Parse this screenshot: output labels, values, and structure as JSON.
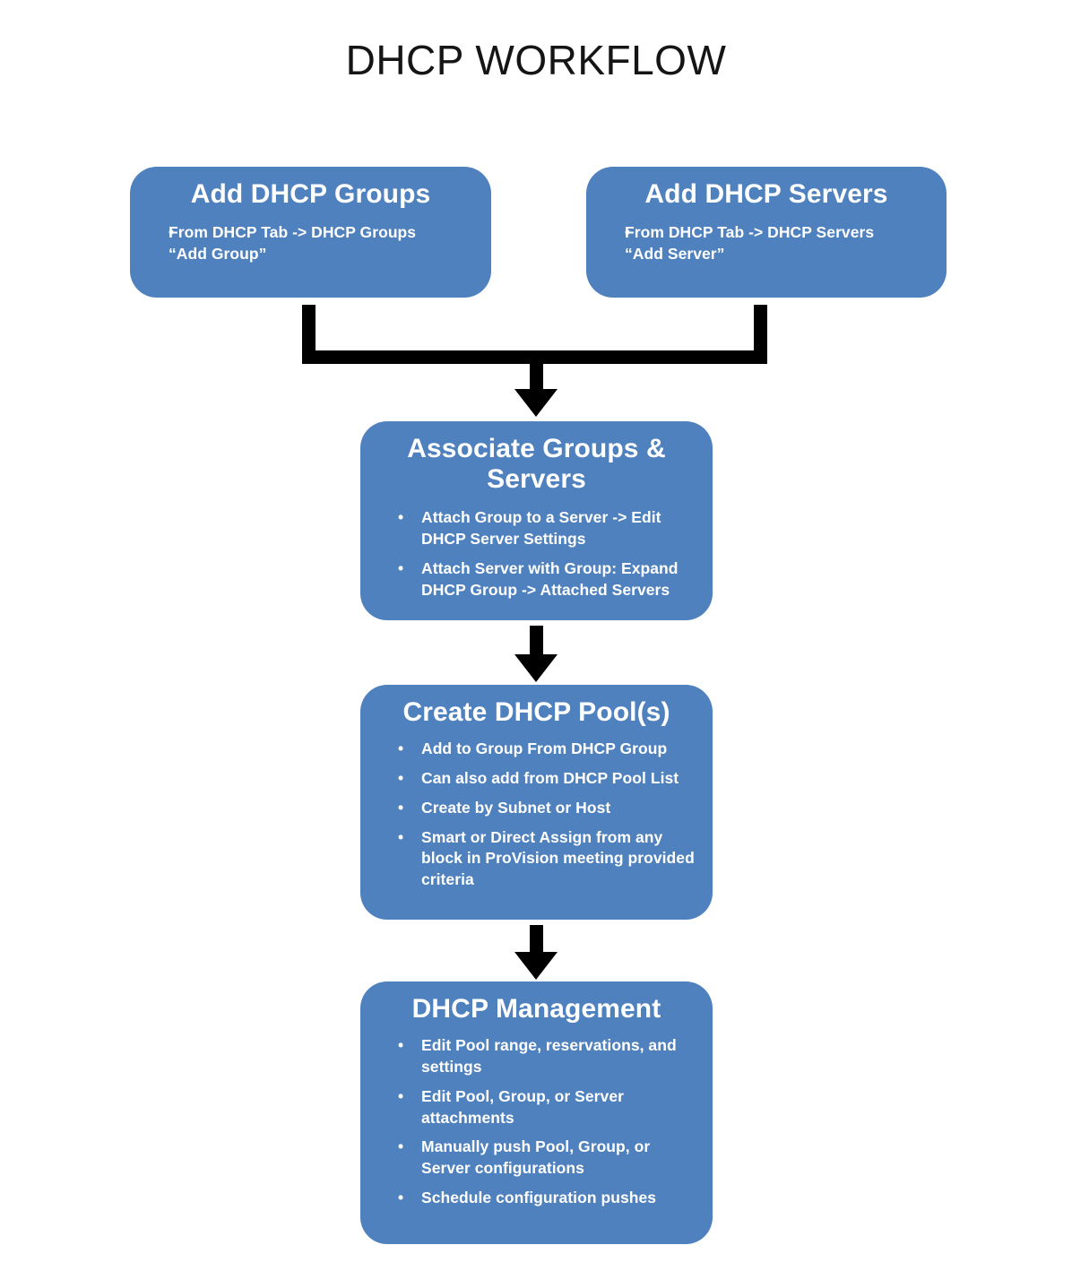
{
  "title": "DHCP WORKFLOW",
  "theme": {
    "box_fill": "#4E81BD",
    "box_text": "#FFFFFF",
    "connector": "#000000",
    "background": "#FFFFFF"
  },
  "boxes": {
    "groups": {
      "title": "Add DHCP Groups",
      "bullets": [
        "From  DHCP Tab -> DHCP Groups\n“Add Group”"
      ]
    },
    "servers": {
      "title": "Add DHCP Servers",
      "bullets": [
        "From  DHCP Tab -> DHCP Servers\n“Add Server”"
      ]
    },
    "associate": {
      "title": "Associate Groups &\nServers",
      "bullets": [
        "Attach Group to a Server -> Edit DHCP Server Settings",
        "Attach Server with Group: Expand DHCP Group -> Attached Servers"
      ]
    },
    "pools": {
      "title": "Create DHCP Pool(s)",
      "bullets": [
        "Add to Group From DHCP Group",
        "Can also add from DHCP Pool List",
        "Create by Subnet or Host",
        "Smart or Direct Assign from any block in ProVision meeting provided criteria"
      ]
    },
    "management": {
      "title": "DHCP Management",
      "bullets": [
        "Edit Pool range, reservations, and settings",
        "Edit Pool, Group, or Server attachments",
        "Manually push Pool, Group, or Server configurations",
        "Schedule configuration pushes"
      ]
    }
  },
  "bullet_glyph": "•",
  "connectors": [
    {
      "name": "groups-and-servers-to-associate",
      "from": [
        "groups",
        "servers"
      ],
      "to": "associate",
      "style": "merge-arrow"
    },
    {
      "name": "associate-to-pools",
      "from": [
        "associate"
      ],
      "to": "pools",
      "style": "arrow"
    },
    {
      "name": "pools-to-management",
      "from": [
        "pools"
      ],
      "to": "management",
      "style": "arrow"
    }
  ]
}
